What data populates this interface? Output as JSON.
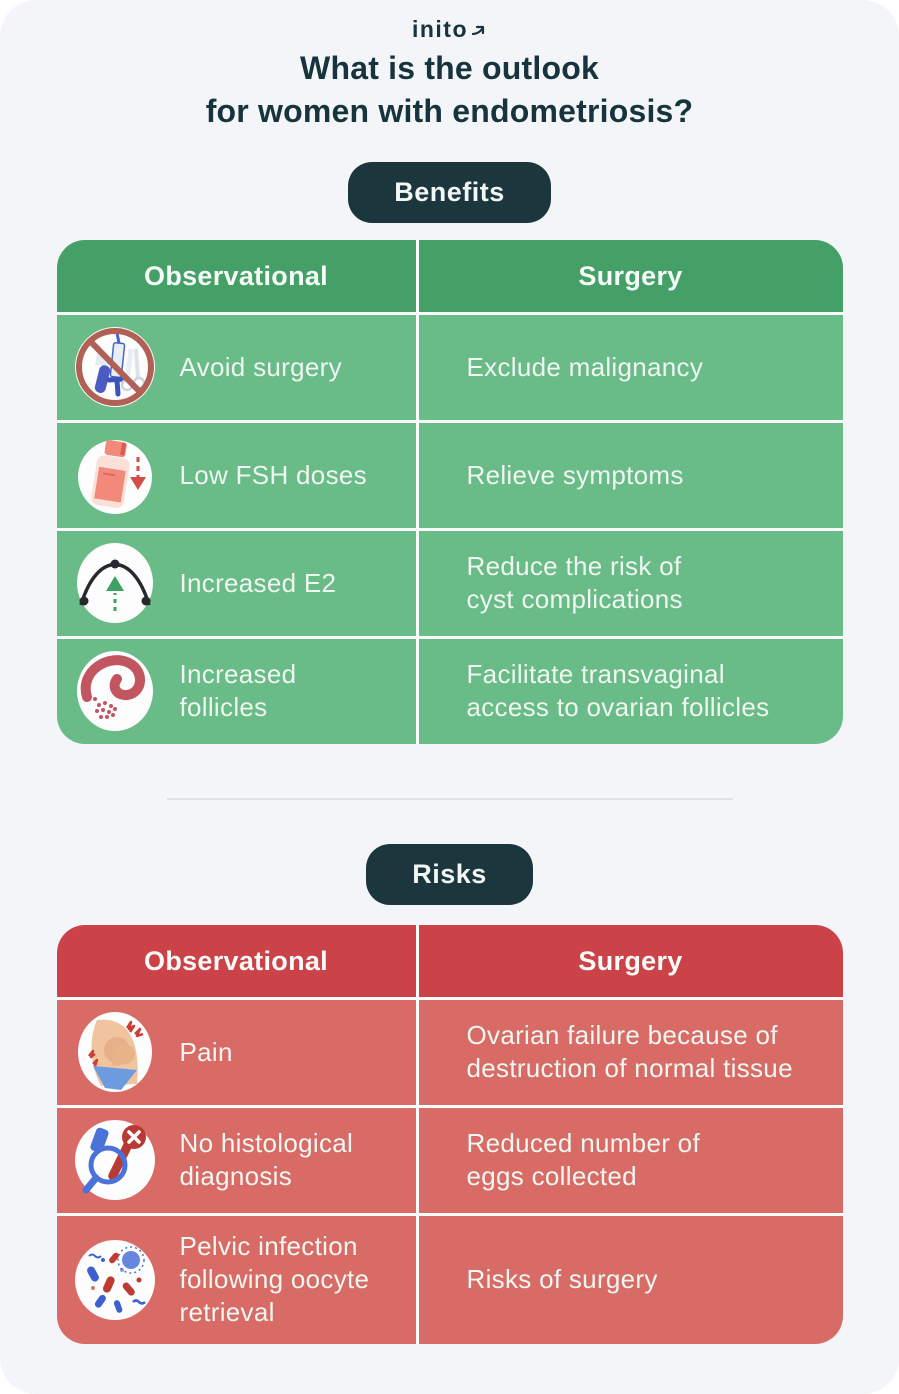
{
  "logo": {
    "text": "inito"
  },
  "title": "What is the outlook\nfor women with endometriosis?",
  "colors": {
    "card_bg": "#f3f5f9",
    "dark_teal": "#1b363d",
    "green_header": "#44a066",
    "green_row": "#69bb87",
    "red_header": "#cb4349",
    "red_row": "#d96b67",
    "text_light": "#eff7f0"
  },
  "benefits": {
    "badge_label": "Benefits",
    "columns": {
      "observational": "Observational",
      "surgery": "Surgery"
    },
    "rows": [
      {
        "icon": "no-surgery-icon",
        "observational": "Avoid surgery",
        "surgery": "Exclude malignancy"
      },
      {
        "icon": "medicine-bottle-icon",
        "observational": "Low FSH doses",
        "surgery": "Relieve symptoms"
      },
      {
        "icon": "e2-curve-icon",
        "observational": "Increased E2",
        "surgery": "Reduce the risk of\ncyst complications"
      },
      {
        "icon": "ovary-follicles-icon",
        "observational": "Increased\nfollicles",
        "surgery": "Facilitate transvaginal\naccess to ovarian follicles"
      }
    ]
  },
  "risks": {
    "badge_label": "Risks",
    "columns": {
      "observational": "Observational",
      "surgery": "Surgery"
    },
    "rows": [
      {
        "icon": "pain-icon",
        "observational": "Pain",
        "surgery": "Ovarian failure because of\ndestruction of normal tissue"
      },
      {
        "icon": "no-histology-icon",
        "observational": "No histological\ndiagnosis",
        "surgery": "Reduced number of\neggs collected"
      },
      {
        "icon": "bacteria-icon",
        "observational": "Pelvic infection\nfollowing oocyte\nretrieval",
        "surgery": "Risks of surgery"
      }
    ]
  }
}
